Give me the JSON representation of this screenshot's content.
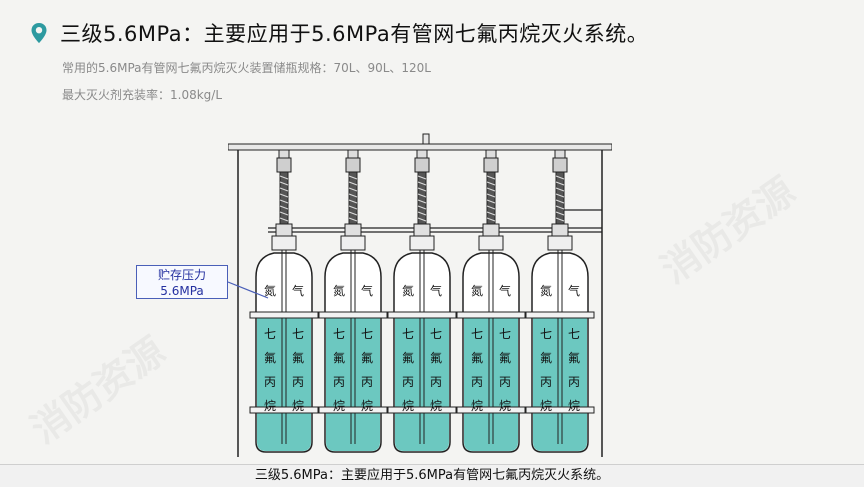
{
  "heading": "三级5.6MPa：主要应用于5.6MPa有管网七氟丙烷灭火系统。",
  "specs": "常用的5.6MPa有管网七氟丙烷灭火装置储瓶规格：70L、90L、120L",
  "fill_ratio": "最大灭火剂充装率：1.08kg/L",
  "callout": {
    "line1": "贮存压力",
    "line2": "5.6MPa"
  },
  "cylinder": {
    "gas_label": [
      "氮",
      "气"
    ],
    "agent_label": [
      "七",
      "氟",
      "丙",
      "烷"
    ]
  },
  "caption": "三级5.6MPa：主要应用于5.6MPa有管网七氟丙烷灭火系统。",
  "colors": {
    "agent_fill": "#6cc8c0",
    "gas_fill": "#ffffff",
    "callout_border": "#4a5fb8",
    "pin_color": "#2d9aa0"
  }
}
